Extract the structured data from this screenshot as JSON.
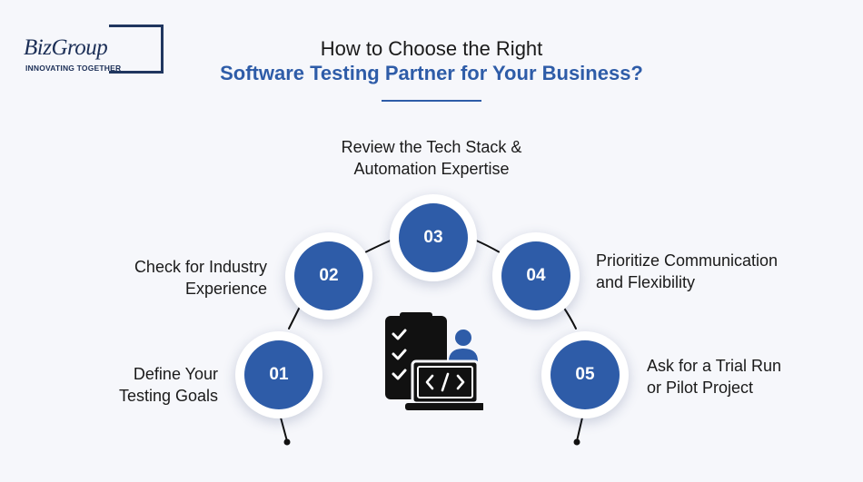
{
  "logo": {
    "name": "BizGroup",
    "tagline": "INNOVATING TOGETHER"
  },
  "header": {
    "title_line1": "How to Choose the Right",
    "title_line2": "Software Testing Partner for Your Business?"
  },
  "steps": [
    {
      "number": "01",
      "line1": "Define Your",
      "line2": "Testing Goals"
    },
    {
      "number": "02",
      "line1": "Check for Industry",
      "line2": "Experience"
    },
    {
      "number": "03",
      "line1": "Review the Tech Stack &",
      "line2": "Automation Expertise"
    },
    {
      "number": "04",
      "line1": "Prioritize Communication",
      "line2": "and Flexibility"
    },
    {
      "number": "05",
      "line1": "Ask for a Trial Run",
      "line2": "or Pilot Project"
    }
  ],
  "colors": {
    "accent": "#2e5ca8",
    "dark": "#1c2f57",
    "background": "#f6f7fb"
  },
  "center_icon": "checklist-laptop-developer-icon"
}
